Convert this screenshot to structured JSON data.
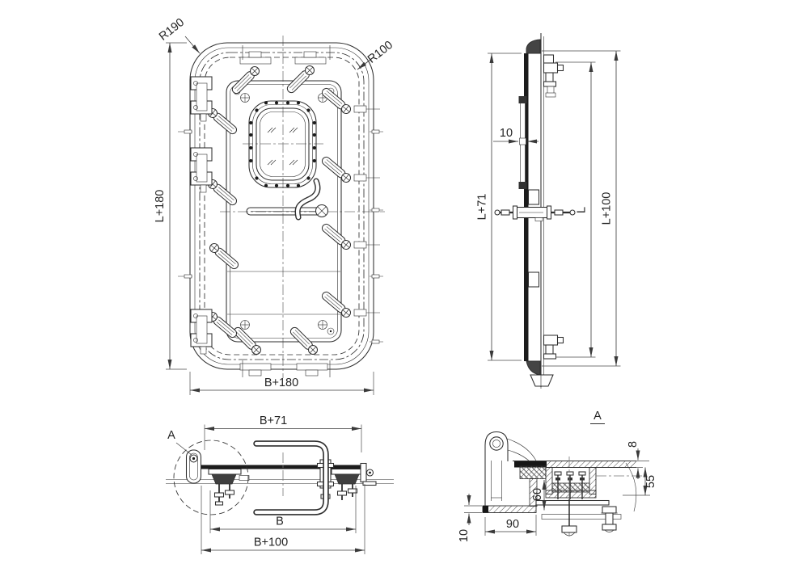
{
  "drawing": {
    "background": "#ffffff",
    "line_color": "#2e2e2e",
    "views": {
      "front": {
        "name": "door front view",
        "dims": {
          "height": "L+180",
          "width": "B+180",
          "corner_radius_outer": "R190",
          "corner_radius_inner": "R100"
        }
      },
      "side": {
        "name": "door side section",
        "dims": {
          "overall_left": "L+71",
          "plate_gap": "10",
          "hinge_span": "L",
          "overall_right": "L+100"
        }
      },
      "plan": {
        "name": "door horizontal section",
        "detail_marker": "A",
        "dims": {
          "top": "B+71",
          "middle": "B",
          "bottom": "B+100"
        }
      },
      "detail": {
        "name": "detail A hinge section",
        "title": "A",
        "dims": {
          "plate_thickness": "8",
          "gasket_depth": "55",
          "section_height": "60",
          "edge_clearance": "10",
          "hinge_offset": "90"
        }
      }
    }
  }
}
